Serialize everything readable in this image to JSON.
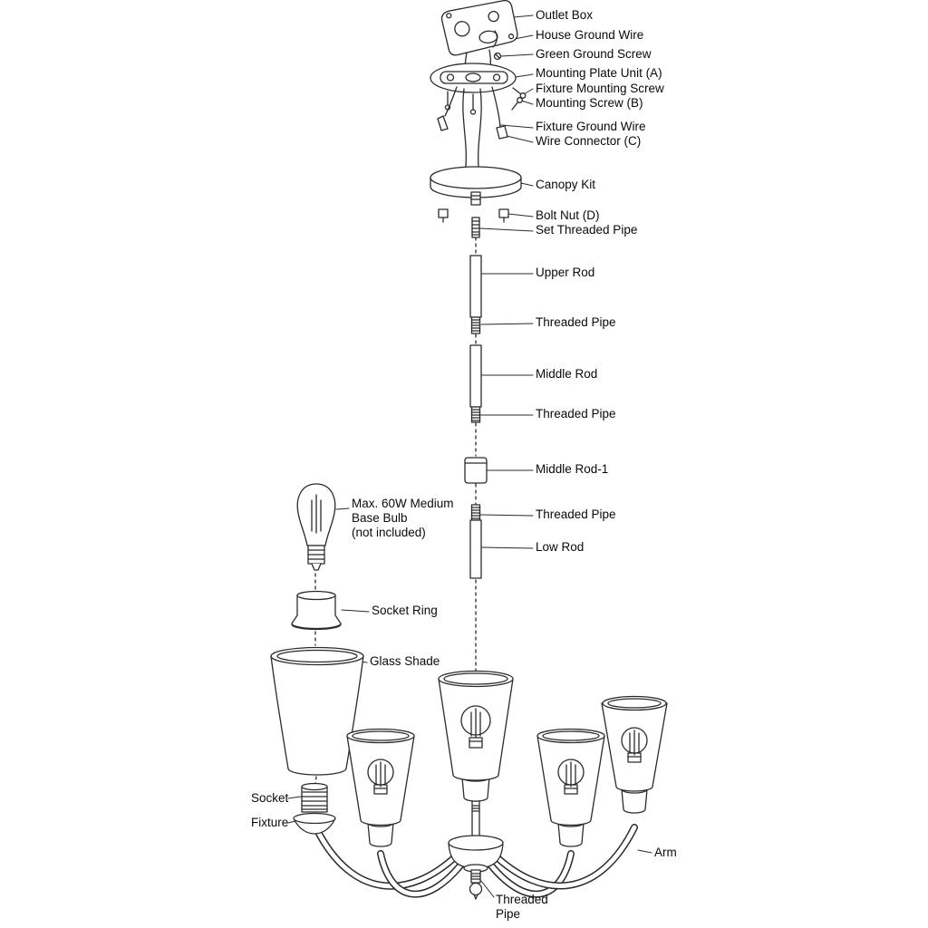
{
  "figure": {
    "type": "exploded-assembly-diagram",
    "subject": "5-light chandelier installation parts diagram",
    "line_color": "#2b2b2b",
    "labels": [
      {
        "id": "outlet-box",
        "text": "Outlet Box"
      },
      {
        "id": "house-ground-wire",
        "text": "House Ground Wire"
      },
      {
        "id": "green-ground-screw",
        "text": "Green Ground Screw"
      },
      {
        "id": "mounting-plate-unit-a",
        "text": "Mounting Plate Unit (A)"
      },
      {
        "id": "fixture-mounting-screw",
        "text": "Fixture Mounting Screw"
      },
      {
        "id": "mounting-screw-b",
        "text": "Mounting Screw (B)"
      },
      {
        "id": "fixture-ground-wire",
        "text": "Fixture Ground Wire"
      },
      {
        "id": "wire-connector-c",
        "text": "Wire Connector (C)"
      },
      {
        "id": "canopy-kit",
        "text": "Canopy Kit"
      },
      {
        "id": "bolt-nut-d",
        "text": "Bolt Nut (D)"
      },
      {
        "id": "set-threaded-pipe",
        "text": "Set Threaded Pipe"
      },
      {
        "id": "upper-rod",
        "text": "Upper Rod"
      },
      {
        "id": "threaded-pipe-1",
        "text": "Threaded Pipe"
      },
      {
        "id": "middle-rod",
        "text": "Middle Rod"
      },
      {
        "id": "threaded-pipe-2",
        "text": "Threaded Pipe"
      },
      {
        "id": "middle-rod-1",
        "text": "Middle Rod-1"
      },
      {
        "id": "threaded-pipe-3",
        "text": "Threaded Pipe"
      },
      {
        "id": "low-rod",
        "text": "Low Rod"
      },
      {
        "id": "socket-ring",
        "text": "Socket Ring"
      },
      {
        "id": "glass-shade",
        "text": "Glass Shade"
      },
      {
        "id": "socket",
        "text": "Socket"
      },
      {
        "id": "fixture",
        "text": "Fixture"
      },
      {
        "id": "arm",
        "text": "Arm"
      },
      {
        "id": "threaded-pipe-bottom",
        "text": "Threaded Pipe"
      }
    ],
    "bulb_note": {
      "line1": "Max. 60W Medium",
      "line2": "Base Bulb",
      "line3": "(not included)"
    }
  }
}
